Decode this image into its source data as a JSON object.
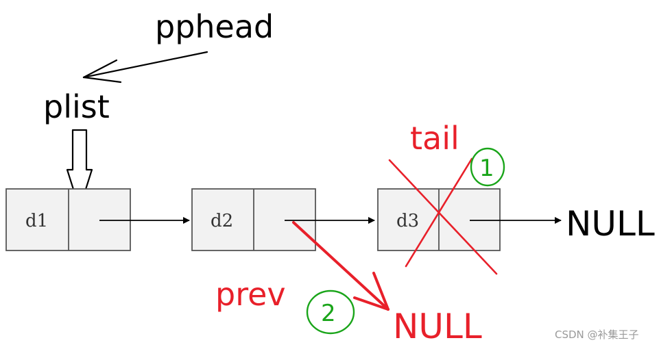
{
  "labels": {
    "pphead": "pphead",
    "plist": "plist",
    "tail": "tail",
    "prev": "prev",
    "null_right": "NULL",
    "null_bottom": "NULL"
  },
  "nodes": [
    {
      "data": "d1"
    },
    {
      "data": "d2"
    },
    {
      "data": "d3"
    }
  ],
  "step_markers": [
    "1",
    "2"
  ],
  "watermark": "CSDN @补集王子",
  "colors": {
    "black": "#000000",
    "red": "#e8202a",
    "green": "#1aa51a",
    "node_fill": "#f2f2f2",
    "node_border": "#555555"
  }
}
